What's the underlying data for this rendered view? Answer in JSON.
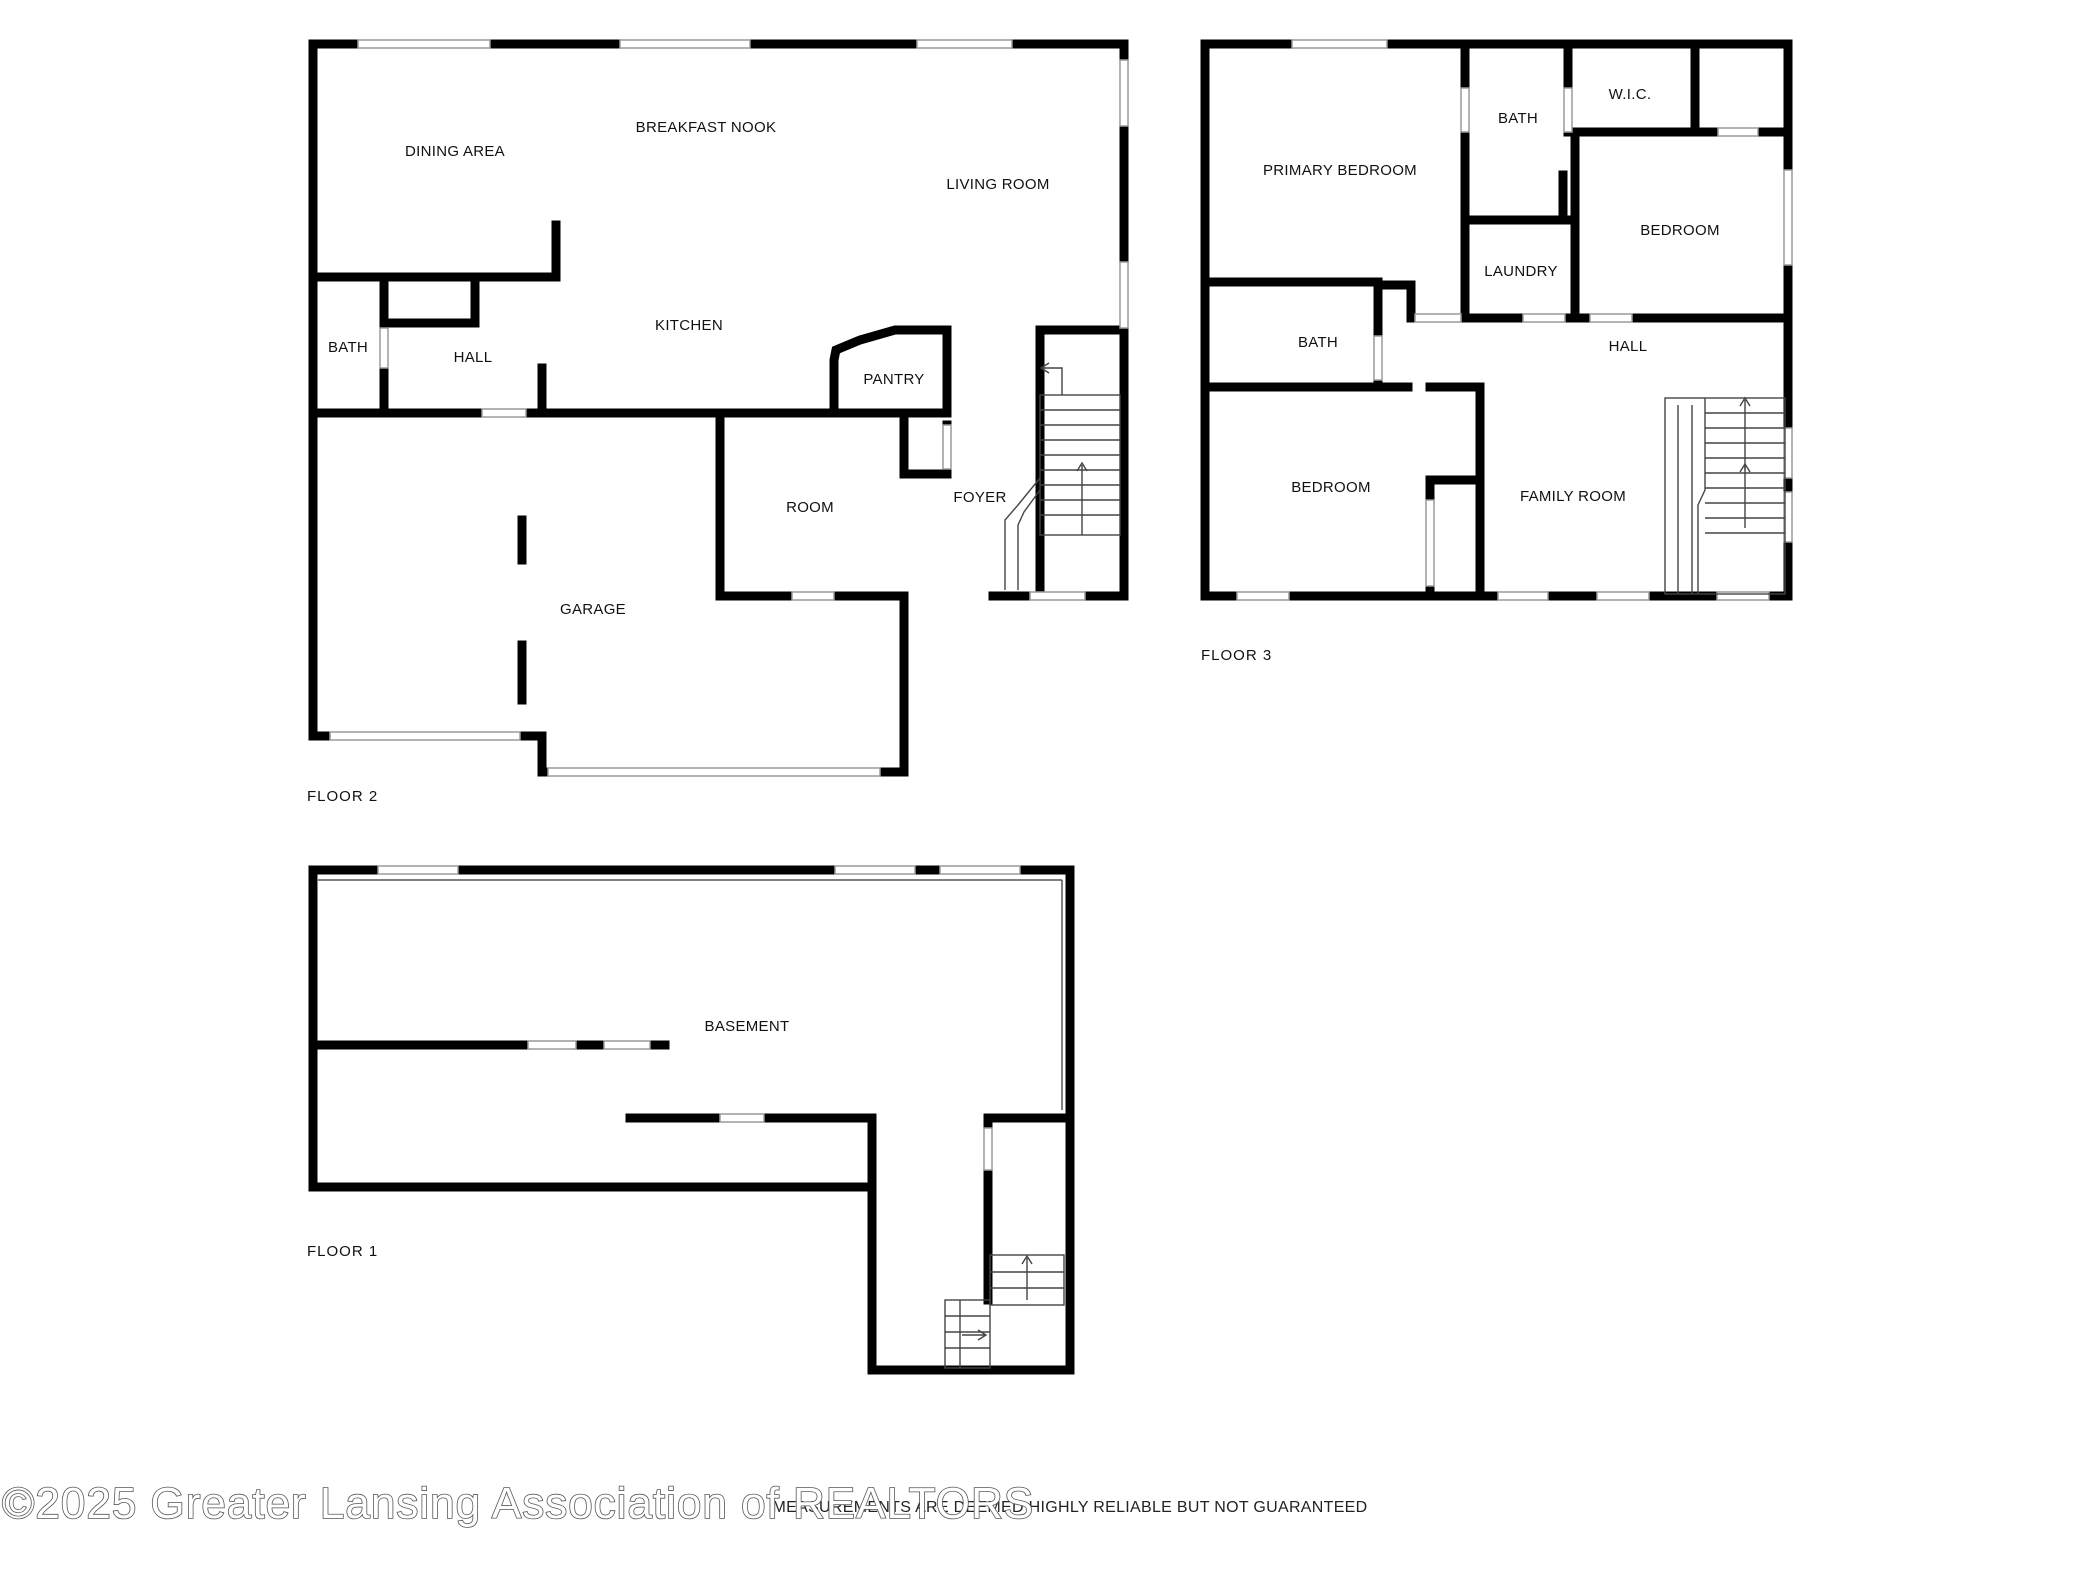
{
  "rooms": {
    "dining_area": "DINING AREA",
    "breakfast_nook": "BREAKFAST NOOK",
    "living_room": "LIVING ROOM",
    "kitchen": "KITCHEN",
    "bath_floor2": "BATH",
    "hall_floor2": "HALL",
    "pantry": "PANTRY",
    "room": "ROOM",
    "foyer": "FOYER",
    "garage": "GARAGE",
    "primary_bedroom": "PRIMARY BEDROOM",
    "bath_primary": "BATH",
    "wic": "W.I.C.",
    "bedroom_east": "BEDROOM",
    "laundry": "LAUNDRY",
    "bath_floor3": "BATH",
    "hall_floor3": "HALL",
    "bedroom_southwest": "BEDROOM",
    "family_room": "FAMILY ROOM",
    "basement": "BASEMENT"
  },
  "floors": {
    "floor2": "FLOOR 2",
    "floor3": "FLOOR 3",
    "floor1": "FLOOR 1"
  },
  "disclaimer": "MEASUREMENTS ARE DEEMED HIGHLY RELIABLE BUT NOT GUARANTEED",
  "watermark": "©2025 Greater Lansing Association of REALTORS"
}
